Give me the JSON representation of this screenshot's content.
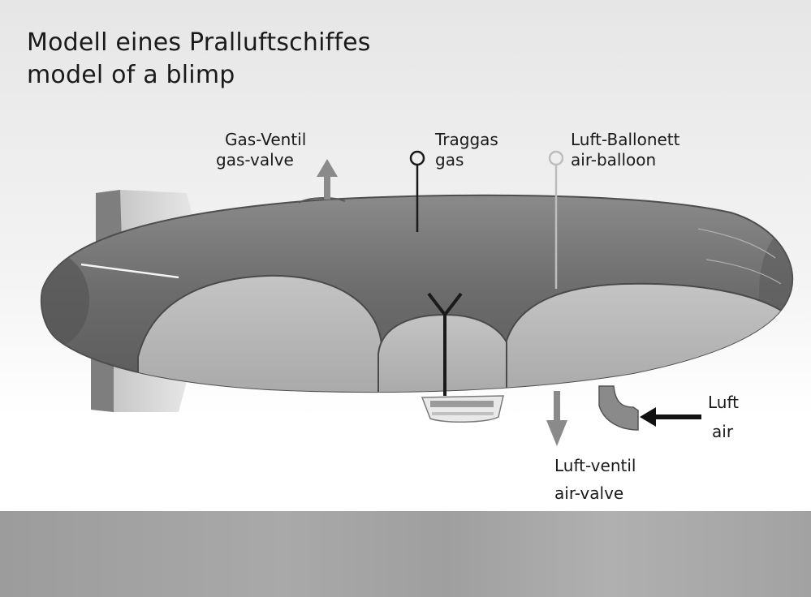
{
  "title": {
    "line1": "Modell eines Pralluftschiffes",
    "line2": "model of a blimp"
  },
  "labels": {
    "gas_valve": {
      "de": "Gas-Ventil",
      "en": "gas-valve"
    },
    "lift_gas": {
      "de": "Traggas",
      "en": "gas"
    },
    "air_ballonet": {
      "de": "Luft-Ballonett",
      "en": "air-balloon"
    },
    "air_intake": {
      "de": "Luft",
      "en": "air"
    },
    "air_valve": {
      "de": "Luft-ventil",
      "en": "air-valve"
    }
  },
  "colors": {
    "envelope": "#6f6f6f",
    "ballonet": "#b9b9b9",
    "fins": "#d9d9d9",
    "valve_arrow": "#8a8a8a",
    "ground": "#a6a6a6"
  }
}
